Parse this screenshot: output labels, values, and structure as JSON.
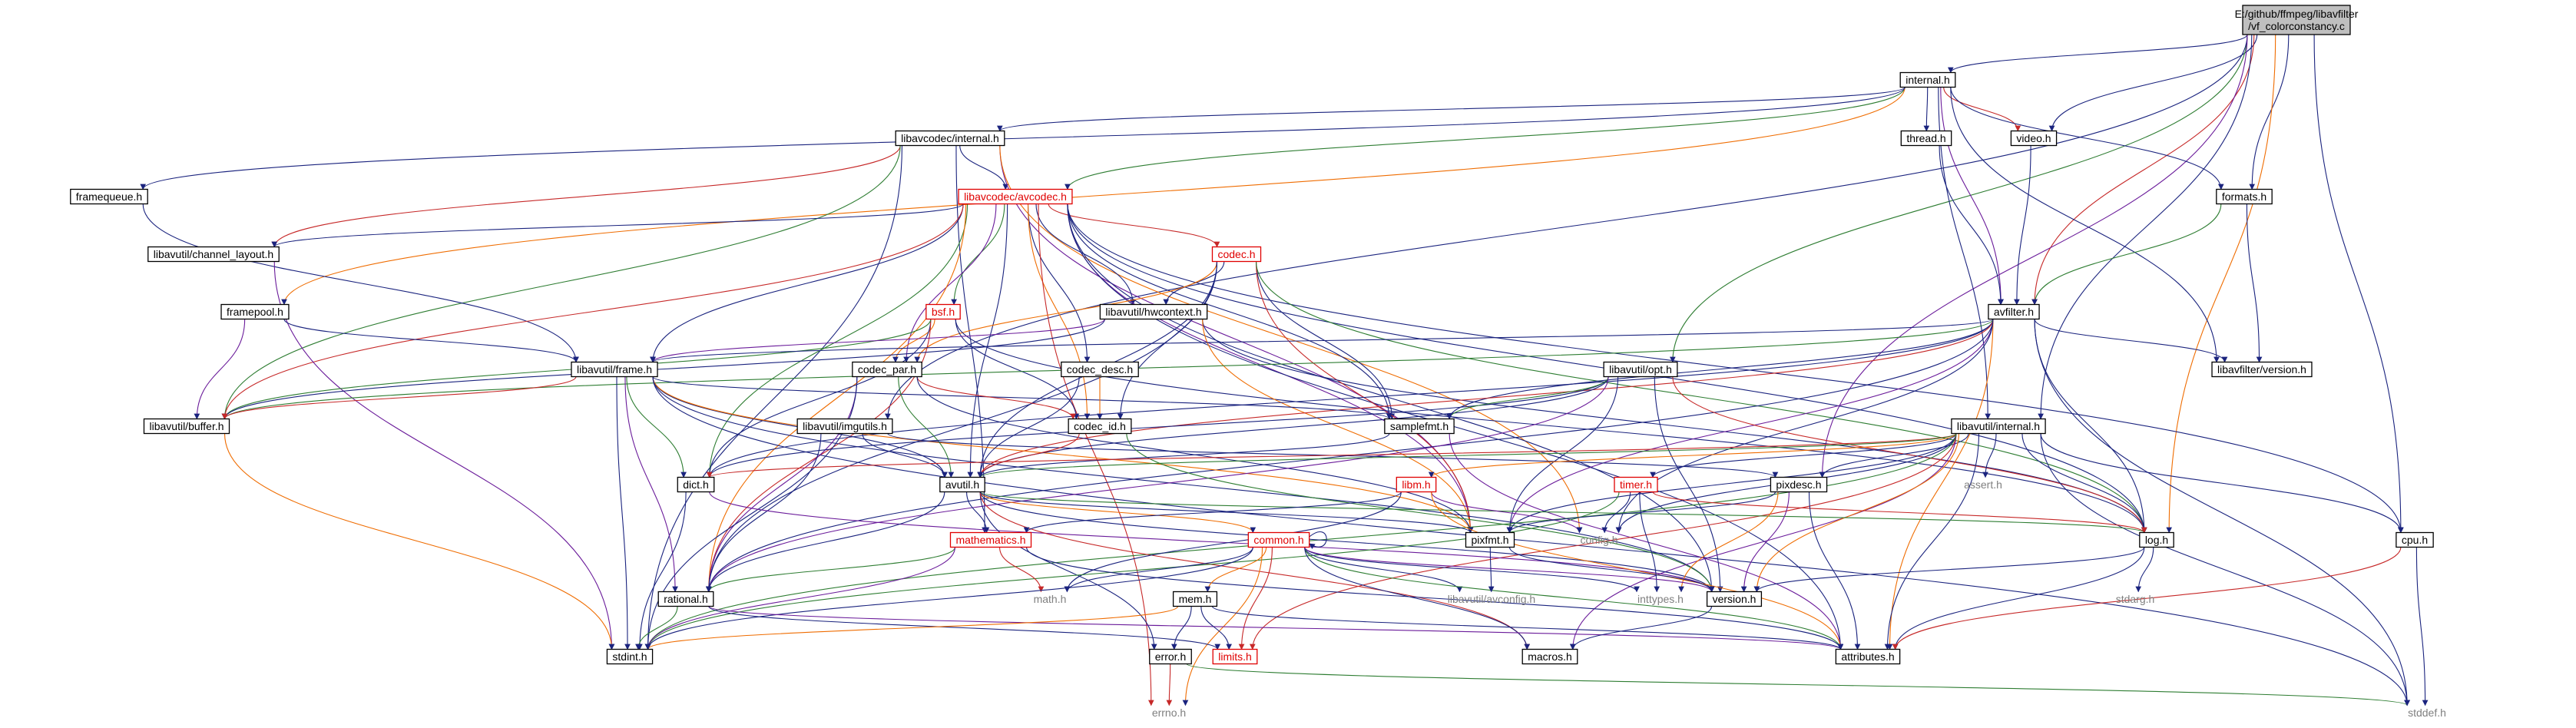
{
  "graph": {
    "root": "E:/github/ffmpeg/libavfilter\n/vf_colorconstancy.c",
    "nodes": [
      {
        "id": "root",
        "label": "E:/github/ffmpeg/libavfilter\n/vf_colorconstancy.c",
        "style": "root",
        "link": true
      },
      {
        "id": "internal_h",
        "label": "internal.h",
        "style": "normal",
        "link": true
      },
      {
        "id": "lavc_internal_h",
        "label": "libavcodec/internal.h",
        "style": "normal",
        "link": true
      },
      {
        "id": "thread_h",
        "label": "thread.h",
        "style": "normal",
        "link": true
      },
      {
        "id": "video_h",
        "label": "video.h",
        "style": "normal",
        "link": true
      },
      {
        "id": "framequeue_h",
        "label": "framequeue.h",
        "style": "normal",
        "link": true
      },
      {
        "id": "avcodec_h",
        "label": "libavcodec/avcodec.h",
        "style": "red",
        "link": true
      },
      {
        "id": "formats_h",
        "label": "formats.h",
        "style": "normal",
        "link": true
      },
      {
        "id": "channel_layout_h",
        "label": "libavutil/channel_layout.h",
        "style": "normal",
        "link": true
      },
      {
        "id": "codec_h",
        "label": "codec.h",
        "style": "red",
        "link": true
      },
      {
        "id": "framepool_h",
        "label": "framepool.h",
        "style": "normal",
        "link": true
      },
      {
        "id": "bsf_h",
        "label": "bsf.h",
        "style": "red",
        "link": true
      },
      {
        "id": "hwcontext_h",
        "label": "libavutil/hwcontext.h",
        "style": "normal",
        "link": true
      },
      {
        "id": "avfilter_h",
        "label": "avfilter.h",
        "style": "normal",
        "link": true
      },
      {
        "id": "frame_h",
        "label": "libavutil/frame.h",
        "style": "normal",
        "link": true
      },
      {
        "id": "codec_par_h",
        "label": "codec_par.h",
        "style": "normal",
        "link": true
      },
      {
        "id": "codec_desc_h",
        "label": "codec_desc.h",
        "style": "normal",
        "link": true
      },
      {
        "id": "opt_h",
        "label": "libavutil/opt.h",
        "style": "normal",
        "link": true
      },
      {
        "id": "lavf_version_h",
        "label": "libavfilter/version.h",
        "style": "normal",
        "link": true
      },
      {
        "id": "buffer_h",
        "label": "libavutil/buffer.h",
        "style": "normal",
        "link": true
      },
      {
        "id": "imgutils_h",
        "label": "libavutil/imgutils.h",
        "style": "normal",
        "link": true
      },
      {
        "id": "codec_id_h",
        "label": "codec_id.h",
        "style": "normal",
        "link": true
      },
      {
        "id": "samplefmt_h",
        "label": "samplefmt.h",
        "style": "normal",
        "link": true
      },
      {
        "id": "lavu_internal_h",
        "label": "libavutil/internal.h",
        "style": "normal",
        "link": true
      },
      {
        "id": "dict_h",
        "label": "dict.h",
        "style": "normal",
        "link": true
      },
      {
        "id": "avutil_h",
        "label": "avutil.h",
        "style": "normal",
        "link": true
      },
      {
        "id": "libm_h",
        "label": "libm.h",
        "style": "red",
        "link": true
      },
      {
        "id": "timer_h",
        "label": "timer.h",
        "style": "red",
        "link": true
      },
      {
        "id": "pixdesc_h",
        "label": "pixdesc.h",
        "style": "normal",
        "link": true
      },
      {
        "id": "assert_h",
        "label": "assert.h",
        "style": "gray",
        "link": false
      },
      {
        "id": "config_h",
        "label": "config.h",
        "style": "gray",
        "link": false
      },
      {
        "id": "log_h",
        "label": "log.h",
        "style": "normal",
        "link": true
      },
      {
        "id": "mathematics_h",
        "label": "mathematics.h",
        "style": "red",
        "link": true
      },
      {
        "id": "common_h",
        "label": "common.h",
        "style": "red",
        "link": true
      },
      {
        "id": "pixfmt_h",
        "label": "pixfmt.h",
        "style": "normal",
        "link": true
      },
      {
        "id": "cpu_h",
        "label": "cpu.h",
        "style": "normal",
        "link": true
      },
      {
        "id": "rational_h",
        "label": "rational.h",
        "style": "normal",
        "link": true
      },
      {
        "id": "math_h",
        "label": "math.h",
        "style": "gray",
        "link": false
      },
      {
        "id": "mem_h",
        "label": "mem.h",
        "style": "normal",
        "link": true
      },
      {
        "id": "avconfig_h",
        "label": "libavutil/avconfig.h",
        "style": "gray",
        "link": false
      },
      {
        "id": "inttypes_h",
        "label": "inttypes.h",
        "style": "gray",
        "link": false
      },
      {
        "id": "version_h",
        "label": "version.h",
        "style": "normal",
        "link": true
      },
      {
        "id": "stdarg_h",
        "label": "stdarg.h",
        "style": "gray",
        "link": false
      },
      {
        "id": "stdint_h",
        "label": "stdint.h",
        "style": "normal",
        "link": true
      },
      {
        "id": "limits_h",
        "label": "limits.h",
        "style": "red",
        "link": true
      },
      {
        "id": "error_h",
        "label": "error.h",
        "style": "normal",
        "link": true
      },
      {
        "id": "macros_h",
        "label": "macros.h",
        "style": "normal",
        "link": true
      },
      {
        "id": "attributes_h",
        "label": "attributes.h",
        "style": "normal",
        "link": true
      },
      {
        "id": "errno_h",
        "label": "errno.h",
        "style": "gray",
        "link": false
      },
      {
        "id": "stddef_h",
        "label": "stddef.h",
        "style": "gray",
        "link": false
      }
    ],
    "edges": [
      [
        "root",
        "internal_h"
      ],
      [
        "root",
        "video_h"
      ],
      [
        "root",
        "formats_h"
      ],
      [
        "root",
        "avfilter_h"
      ],
      [
        "root",
        "opt_h"
      ],
      [
        "root",
        "imgutils_h"
      ],
      [
        "root",
        "pixdesc_h"
      ],
      [
        "root",
        "lavu_internal_h"
      ],
      [
        "root",
        "log_h"
      ],
      [
        "root",
        "cpu_h"
      ],
      [
        "internal_h",
        "lavc_internal_h"
      ],
      [
        "internal_h",
        "thread_h"
      ],
      [
        "internal_h",
        "video_h"
      ],
      [
        "internal_h",
        "avcodec_h"
      ],
      [
        "internal_h",
        "formats_h"
      ],
      [
        "internal_h",
        "avfilter_h"
      ],
      [
        "internal_h",
        "lavf_version_h"
      ],
      [
        "internal_h",
        "framepool_h"
      ],
      [
        "internal_h",
        "framequeue_h"
      ],
      [
        "internal_h",
        "lavu_internal_h"
      ],
      [
        "lavc_internal_h",
        "avcodec_h"
      ],
      [
        "lavc_internal_h",
        "channel_layout_h"
      ],
      [
        "lavc_internal_h",
        "buffer_h"
      ],
      [
        "lavc_internal_h",
        "mathematics_h"
      ],
      [
        "lavc_internal_h",
        "pixfmt_h"
      ],
      [
        "lavc_internal_h",
        "stdint_h"
      ],
      [
        "lavc_internal_h",
        "config_h"
      ],
      [
        "thread_h",
        "avfilter_h"
      ],
      [
        "video_h",
        "avfilter_h"
      ],
      [
        "framequeue_h",
        "frame_h"
      ],
      [
        "avcodec_h",
        "codec_h"
      ],
      [
        "avcodec_h",
        "bsf_h"
      ],
      [
        "avcodec_h",
        "hwcontext_h"
      ],
      [
        "avcodec_h",
        "codec_par_h"
      ],
      [
        "avcodec_h",
        "codec_desc_h"
      ],
      [
        "avcodec_h",
        "codec_id_h"
      ],
      [
        "avcodec_h",
        "samplefmt_h"
      ],
      [
        "avcodec_h",
        "frame_h"
      ],
      [
        "avcodec_h",
        "channel_layout_h"
      ],
      [
        "avcodec_h",
        "buffer_h"
      ],
      [
        "avcodec_h",
        "dict_h"
      ],
      [
        "avcodec_h",
        "avutil_h"
      ],
      [
        "avcodec_h",
        "pixfmt_h"
      ],
      [
        "avcodec_h",
        "log_h"
      ],
      [
        "avcodec_h",
        "rational_h"
      ],
      [
        "avcodec_h",
        "attributes_h"
      ],
      [
        "avcodec_h",
        "cpu_h"
      ],
      [
        "avcodec_h",
        "version_h"
      ],
      [
        "avcodec_h",
        "errno_h"
      ],
      [
        "formats_h",
        "avfilter_h"
      ],
      [
        "formats_h",
        "lavf_version_h"
      ],
      [
        "channel_layout_h",
        "stdint_h"
      ],
      [
        "codec_h",
        "hwcontext_h"
      ],
      [
        "codec_h",
        "codec_par_h"
      ],
      [
        "codec_h",
        "codec_id_h"
      ],
      [
        "codec_h",
        "samplefmt_h"
      ],
      [
        "codec_h",
        "avutil_h"
      ],
      [
        "codec_h",
        "pixfmt_h"
      ],
      [
        "codec_h",
        "log_h"
      ],
      [
        "codec_h",
        "rational_h"
      ],
      [
        "framepool_h",
        "buffer_h"
      ],
      [
        "framepool_h",
        "frame_h"
      ],
      [
        "bsf_h",
        "codec_par_h"
      ],
      [
        "bsf_h",
        "codec_id_h"
      ],
      [
        "bsf_h",
        "dict_h"
      ],
      [
        "bsf_h",
        "log_h"
      ],
      [
        "bsf_h",
        "rational_h"
      ],
      [
        "bsf_h",
        "buffer_h"
      ],
      [
        "hwcontext_h",
        "buffer_h"
      ],
      [
        "hwcontext_h",
        "frame_h"
      ],
      [
        "hwcontext_h",
        "log_h"
      ],
      [
        "hwcontext_h",
        "pixfmt_h"
      ],
      [
        "avfilter_h",
        "frame_h"
      ],
      [
        "avfilter_h",
        "samplefmt_h"
      ],
      [
        "avfilter_h",
        "dict_h"
      ],
      [
        "avfilter_h",
        "avutil_h"
      ],
      [
        "avfilter_h",
        "buffer_h"
      ],
      [
        "avfilter_h",
        "log_h"
      ],
      [
        "avfilter_h",
        "pixfmt_h"
      ],
      [
        "avfilter_h",
        "rational_h"
      ],
      [
        "avfilter_h",
        "attributes_h"
      ],
      [
        "avfilter_h",
        "lavf_version_h"
      ],
      [
        "avfilter_h",
        "stddef_h"
      ],
      [
        "avfilter_h",
        "config_h"
      ],
      [
        "frame_h",
        "buffer_h"
      ],
      [
        "frame_h",
        "dict_h"
      ],
      [
        "frame_h",
        "avutil_h"
      ],
      [
        "frame_h",
        "rational_h"
      ],
      [
        "frame_h",
        "samplefmt_h"
      ],
      [
        "frame_h",
        "pixfmt_h"
      ],
      [
        "frame_h",
        "stdint_h"
      ],
      [
        "frame_h",
        "stddef_h"
      ],
      [
        "frame_h",
        "version_h"
      ],
      [
        "codec_par_h",
        "codec_id_h"
      ],
      [
        "codec_par_h",
        "avutil_h"
      ],
      [
        "codec_par_h",
        "pixfmt_h"
      ],
      [
        "codec_par_h",
        "rational_h"
      ],
      [
        "codec_par_h",
        "stdint_h"
      ],
      [
        "codec_desc_h",
        "codec_id_h"
      ],
      [
        "codec_desc_h",
        "avutil_h"
      ],
      [
        "opt_h",
        "dict_h"
      ],
      [
        "opt_h",
        "avutil_h"
      ],
      [
        "opt_h",
        "log_h"
      ],
      [
        "opt_h",
        "samplefmt_h"
      ],
      [
        "opt_h",
        "pixfmt_h"
      ],
      [
        "opt_h",
        "rational_h"
      ],
      [
        "opt_h",
        "version_h"
      ],
      [
        "buffer_h",
        "stdint_h"
      ],
      [
        "imgutils_h",
        "avutil_h"
      ],
      [
        "imgutils_h",
        "pixdesc_h"
      ],
      [
        "imgutils_h",
        "rational_h"
      ],
      [
        "codec_id_h",
        "avutil_h"
      ],
      [
        "codec_id_h",
        "version_h"
      ],
      [
        "samplefmt_h",
        "avutil_h"
      ],
      [
        "samplefmt_h",
        "attributes_h"
      ],
      [
        "lavu_internal_h",
        "timer_h"
      ],
      [
        "lavu_internal_h",
        "libm_h"
      ],
      [
        "lavu_internal_h",
        "pixdesc_h"
      ],
      [
        "lavu_internal_h",
        "assert_h"
      ],
      [
        "lavu_internal_h",
        "config_h"
      ],
      [
        "lavu_internal_h",
        "dict_h"
      ],
      [
        "lavu_internal_h",
        "avutil_h"
      ],
      [
        "lavu_internal_h",
        "log_h"
      ],
      [
        "lavu_internal_h",
        "macros_h"
      ],
      [
        "lavu_internal_h",
        "pixfmt_h"
      ],
      [
        "lavu_internal_h",
        "version_h"
      ],
      [
        "lavu_internal_h",
        "attributes_h"
      ],
      [
        "lavu_internal_h",
        "cpu_h"
      ],
      [
        "lavu_internal_h",
        "stddef_h"
      ],
      [
        "lavu_internal_h",
        "limits_h"
      ],
      [
        "lavu_internal_h",
        "stdint_h"
      ],
      [
        "dict_h",
        "stdint_h"
      ],
      [
        "dict_h",
        "version_h"
      ],
      [
        "avutil_h",
        "mathematics_h"
      ],
      [
        "avutil_h",
        "common_h"
      ],
      [
        "avutil_h",
        "error_h"
      ],
      [
        "avutil_h",
        "rational_h"
      ],
      [
        "avutil_h",
        "version_h"
      ],
      [
        "avutil_h",
        "macros_h"
      ],
      [
        "avutil_h",
        "log_h"
      ],
      [
        "avutil_h",
        "pixfmt_h"
      ],
      [
        "libm_h",
        "config_h"
      ],
      [
        "libm_h",
        "math_h"
      ],
      [
        "libm_h",
        "attributes_h"
      ],
      [
        "libm_h",
        "mathematics_h"
      ],
      [
        "timer_h",
        "config_h"
      ],
      [
        "timer_h",
        "inttypes_h"
      ],
      [
        "timer_h",
        "log_h"
      ],
      [
        "timer_h",
        "stdint_h"
      ],
      [
        "pixdesc_h",
        "pixfmt_h"
      ],
      [
        "pixdesc_h",
        "version_h"
      ],
      [
        "pixdesc_h",
        "attributes_h"
      ],
      [
        "pixdesc_h",
        "inttypes_h"
      ],
      [
        "log_h",
        "stdarg_h"
      ],
      [
        "log_h",
        "attributes_h"
      ],
      [
        "log_h",
        "version_h"
      ],
      [
        "mathematics_h",
        "math_h"
      ],
      [
        "mathematics_h",
        "rational_h"
      ],
      [
        "mathematics_h",
        "attributes_h"
      ],
      [
        "mathematics_h",
        "stdint_h"
      ],
      [
        "common_h",
        "common_h"
      ],
      [
        "common_h",
        "mem_h"
      ],
      [
        "common_h",
        "math_h"
      ],
      [
        "common_h",
        "avconfig_h"
      ],
      [
        "common_h",
        "inttypes_h"
      ],
      [
        "common_h",
        "limits_h"
      ],
      [
        "common_h",
        "attributes_h"
      ],
      [
        "common_h",
        "macros_h"
      ],
      [
        "common_h",
        "version_h"
      ],
      [
        "common_h",
        "stdint_h"
      ],
      [
        "common_h",
        "errno_h"
      ],
      [
        "pixfmt_h",
        "avconfig_h"
      ],
      [
        "pixfmt_h",
        "version_h"
      ],
      [
        "cpu_h",
        "stddef_h"
      ],
      [
        "cpu_h",
        "attributes_h"
      ],
      [
        "rational_h",
        "stdint_h"
      ],
      [
        "rational_h",
        "limits_h"
      ],
      [
        "rational_h",
        "attributes_h"
      ],
      [
        "mem_h",
        "limits_h"
      ],
      [
        "mem_h",
        "stdint_h"
      ],
      [
        "mem_h",
        "error_h"
      ],
      [
        "mem_h",
        "attributes_h"
      ],
      [
        "version_h",
        "macros_h"
      ],
      [
        "error_h",
        "errno_h"
      ],
      [
        "error_h",
        "stddef_h"
      ]
    ],
    "colors": {
      "edge_default": "#1a237e",
      "node_red_border": "#e00000",
      "node_gray_text": "#7f7f7f",
      "root_fill": "#bfbfbf"
    }
  }
}
